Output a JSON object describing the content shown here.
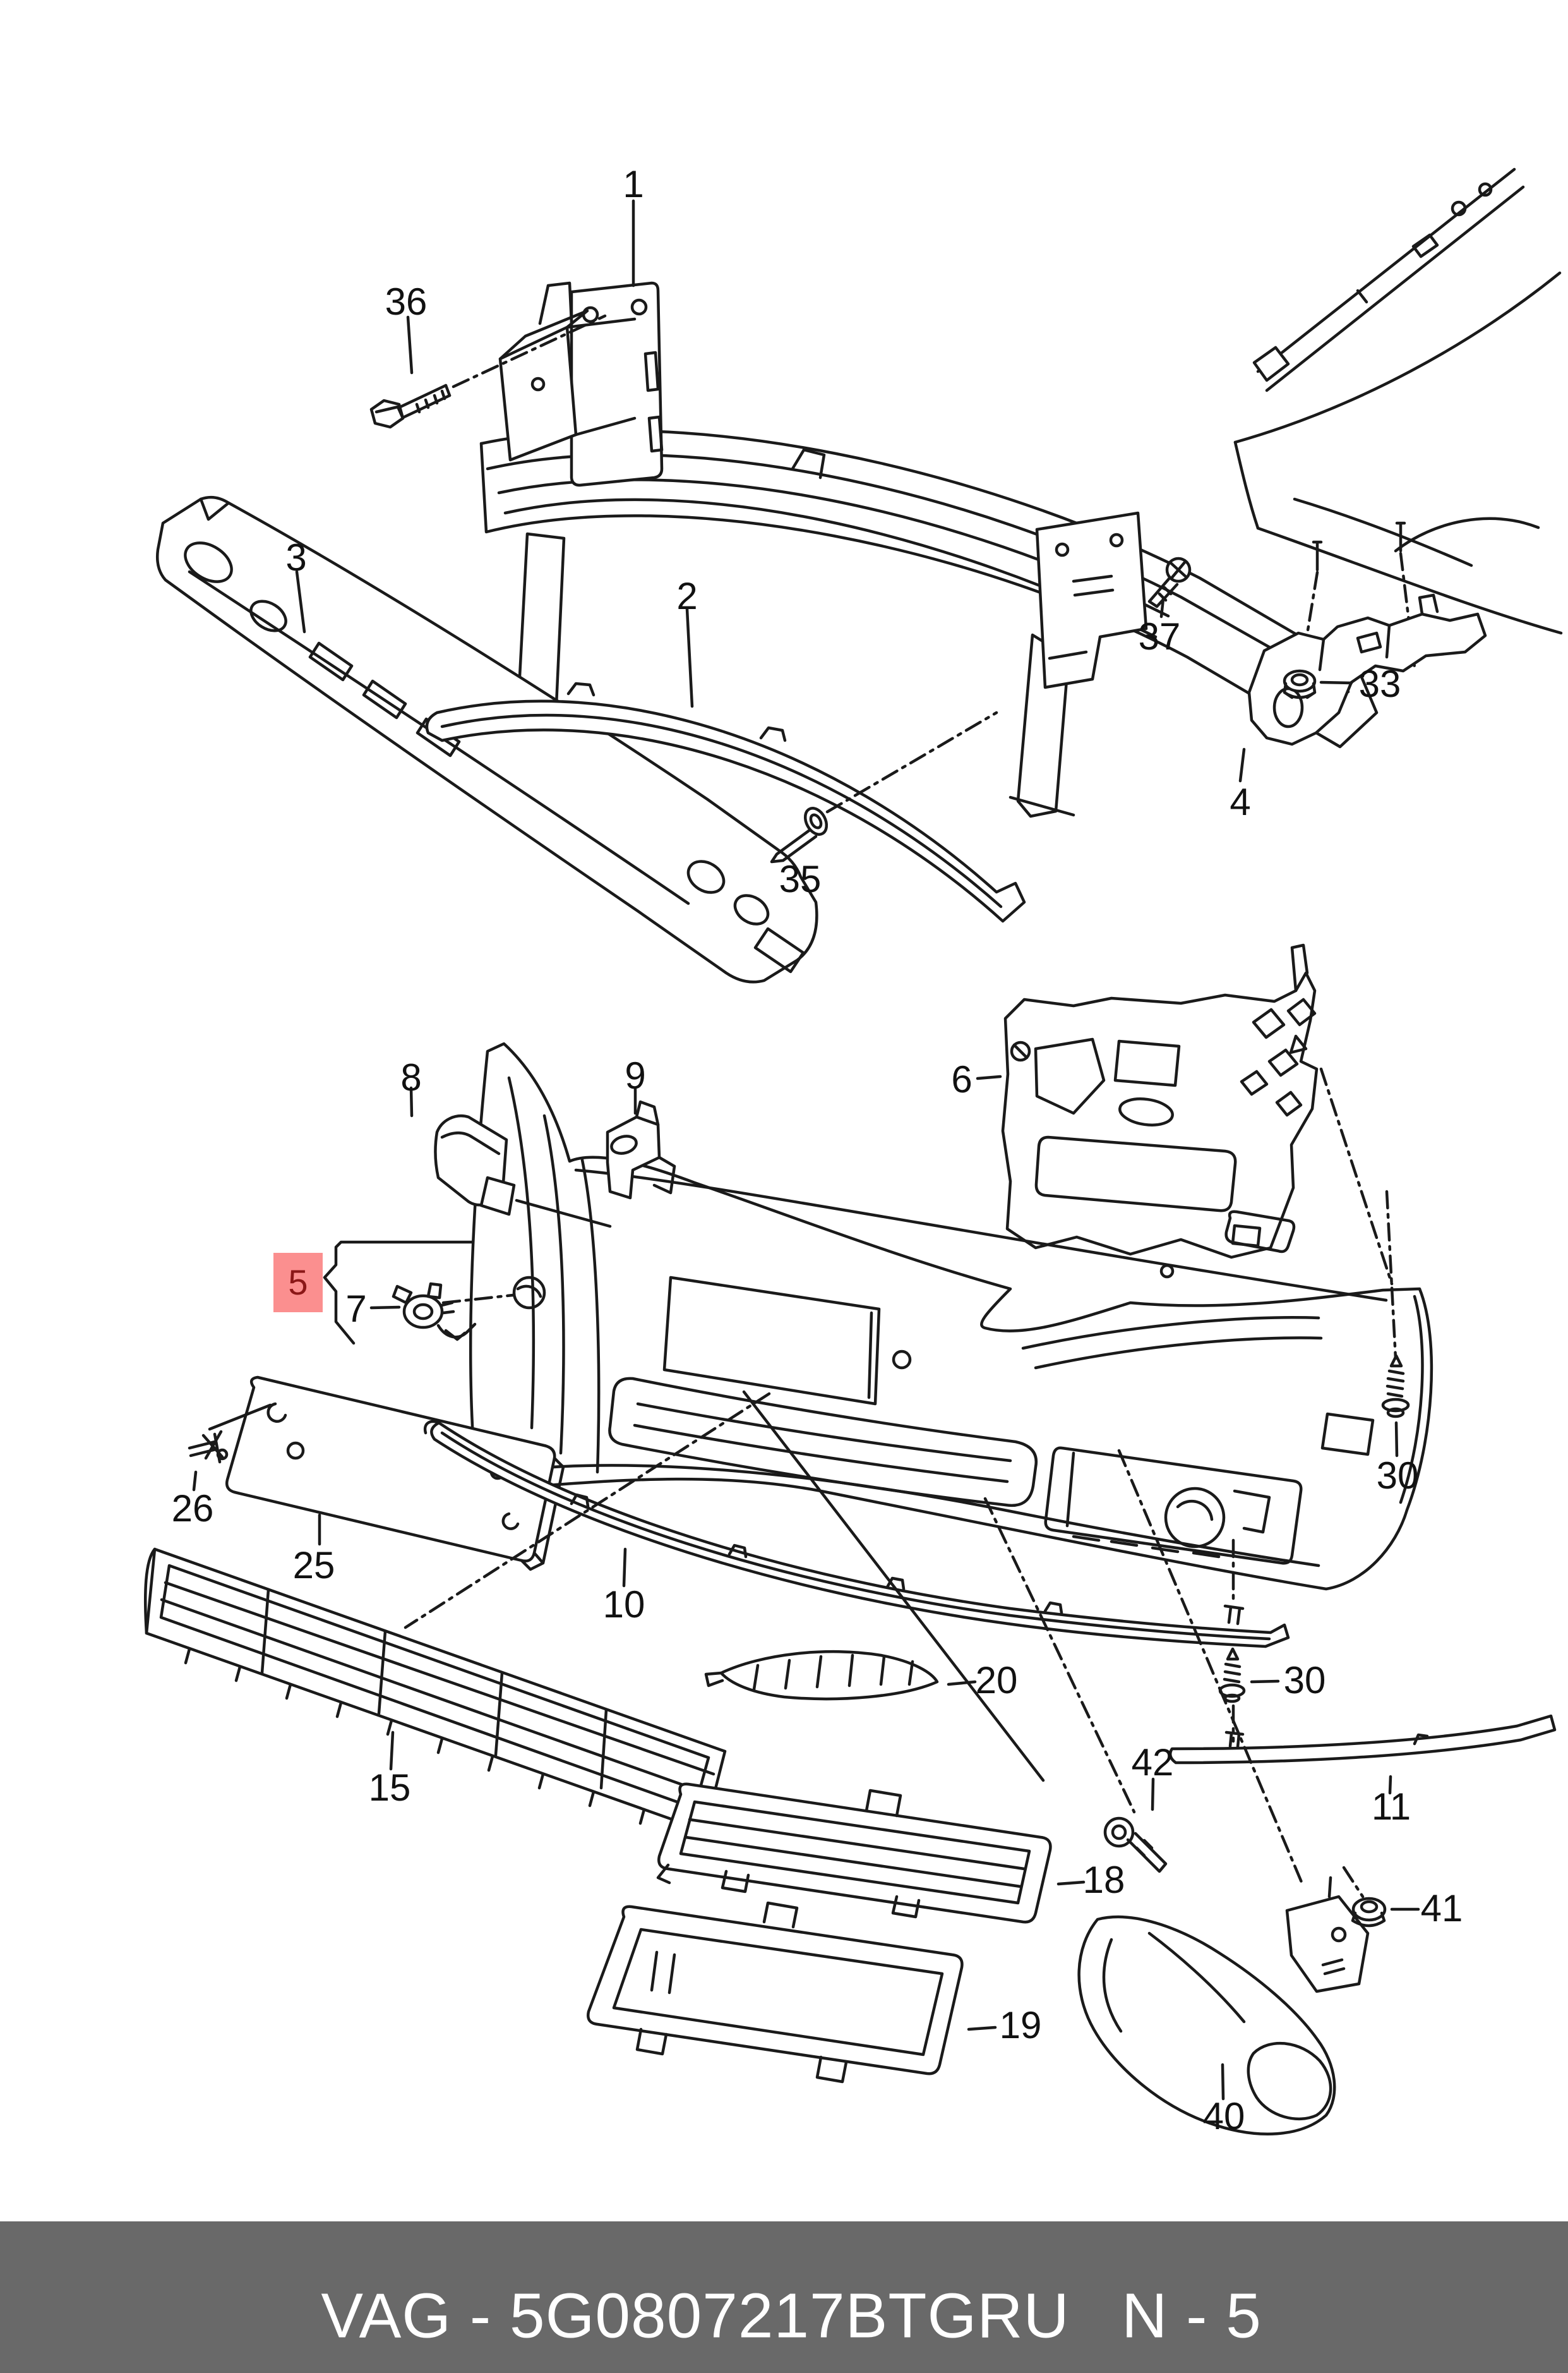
{
  "colors": {
    "background": "#ffffff",
    "line": "#1a1a1a",
    "highlight_background": "#fb8f8f",
    "highlight_text": "#8b1717",
    "footer_background": "#696969",
    "footer_text": "#ffffff"
  },
  "diagram": {
    "description": "Exploded parts diagram of a front bumper assembly",
    "labels": [
      {
        "id": "1",
        "text": "1"
      },
      {
        "id": "36",
        "text": "36"
      },
      {
        "id": "3",
        "text": "3"
      },
      {
        "id": "2",
        "text": "2"
      },
      {
        "id": "37",
        "text": "37"
      },
      {
        "id": "33",
        "text": "33"
      },
      {
        "id": "4",
        "text": "4"
      },
      {
        "id": "35",
        "text": "35"
      },
      {
        "id": "8",
        "text": "8"
      },
      {
        "id": "9",
        "text": "9"
      },
      {
        "id": "6",
        "text": "6"
      },
      {
        "id": "5",
        "text": "5",
        "highlighted": true
      },
      {
        "id": "7",
        "text": "7"
      },
      {
        "id": "26",
        "text": "26"
      },
      {
        "id": "25",
        "text": "25"
      },
      {
        "id": "10",
        "text": "10"
      },
      {
        "id": "15",
        "text": "15"
      },
      {
        "id": "20",
        "text": "20"
      },
      {
        "id": "30a",
        "text": "30"
      },
      {
        "id": "30b",
        "text": "30"
      },
      {
        "id": "11",
        "text": "11"
      },
      {
        "id": "42",
        "text": "42"
      },
      {
        "id": "18",
        "text": "18"
      },
      {
        "id": "41",
        "text": "41"
      },
      {
        "id": "19",
        "text": "19"
      },
      {
        "id": "40",
        "text": "40"
      }
    ]
  },
  "footer": {
    "part_code": "VAG - 5G0807217BTGRU",
    "page_ref": "N - 5"
  }
}
